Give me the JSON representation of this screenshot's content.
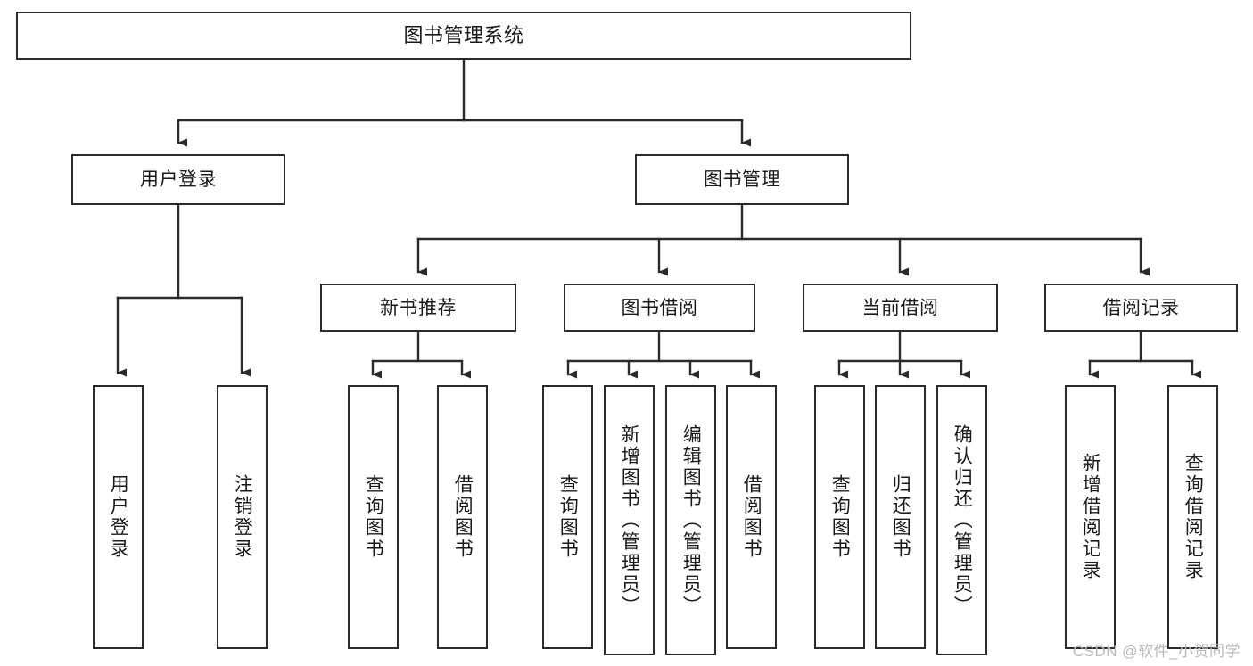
{
  "diagram": {
    "title": "图书管理系统",
    "type": "tree",
    "colors": {
      "stroke": "#2b2b2b",
      "fill": "#ffffff",
      "text": "#1a1a1a",
      "watermark": "#b9b9b9"
    },
    "root": {
      "label": "图书管理系统"
    },
    "level2": [
      {
        "label": "用户登录"
      },
      {
        "label": "图书管理"
      }
    ],
    "level3": [
      {
        "label": "新书推荐"
      },
      {
        "label": "图书借阅"
      },
      {
        "label": "当前借阅"
      },
      {
        "label": "借阅记录"
      }
    ],
    "leaves": {
      "user_login": [
        {
          "label": "用户登录"
        },
        {
          "label": "注销登录"
        }
      ],
      "new_book_recommend": [
        {
          "label": "查询图书"
        },
        {
          "label": "借阅图书"
        }
      ],
      "book_borrow": [
        {
          "label": "查询图书"
        },
        {
          "label": "新增图书（管理员）"
        },
        {
          "label": "编辑图书（管理员）"
        },
        {
          "label": "借阅图书"
        }
      ],
      "current_borrow": [
        {
          "label": "查询图书"
        },
        {
          "label": "归还图书"
        },
        {
          "label": "确认归还（管理员）"
        }
      ],
      "borrow_record": [
        {
          "label": "新增借阅记录"
        },
        {
          "label": "查询借阅记录"
        }
      ]
    }
  },
  "watermark": {
    "text": "CSDN @软件_小贺同学"
  }
}
